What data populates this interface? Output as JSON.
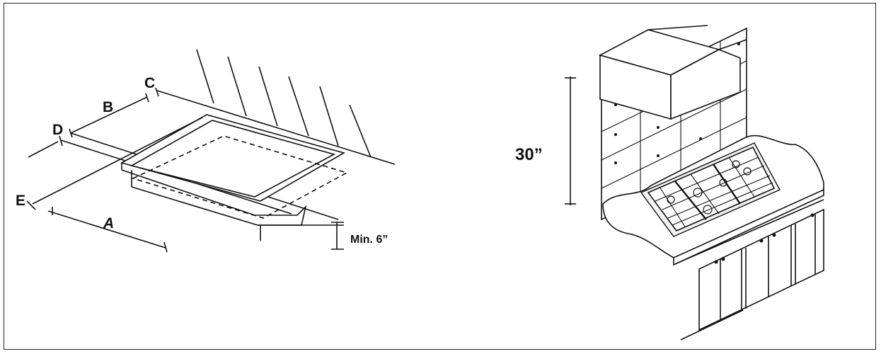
{
  "left_diagram": {
    "labels": {
      "a": "A",
      "b": "B",
      "c": "C",
      "d": "D",
      "e": "E",
      "min": "Min. 6”"
    }
  },
  "right_diagram": {
    "labels": {
      "height": "30”"
    }
  }
}
